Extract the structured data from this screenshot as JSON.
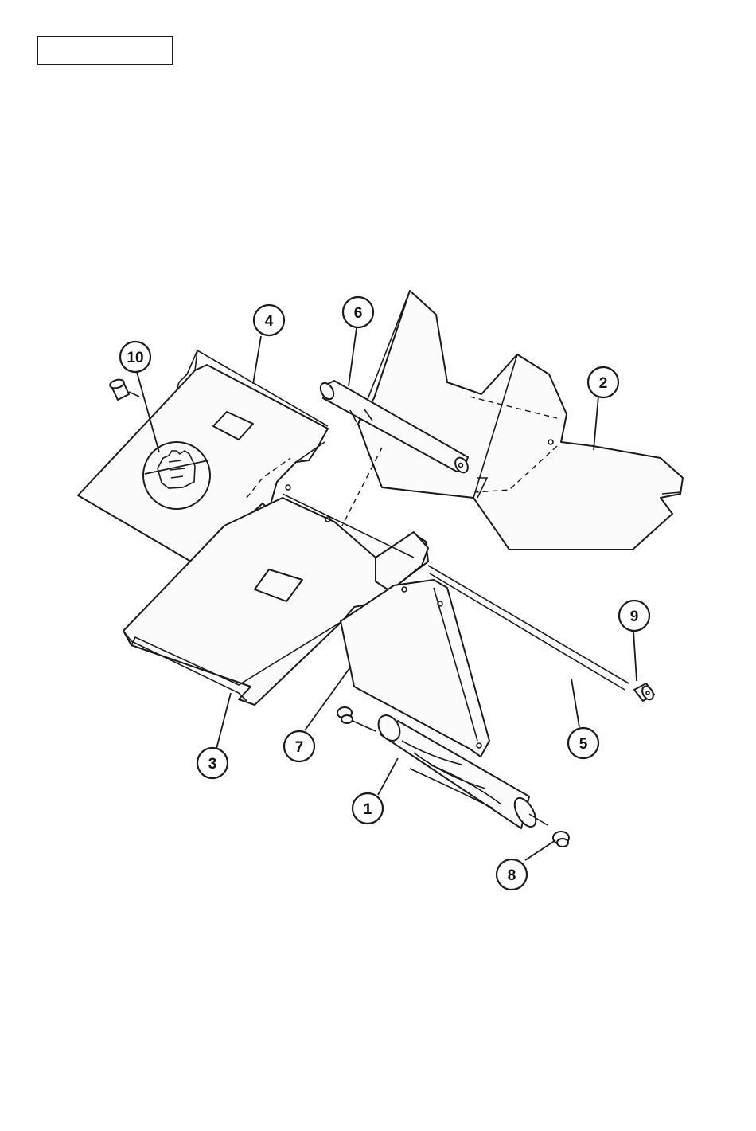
{
  "header": {
    "ref_box_label": ""
  },
  "callouts": [
    {
      "id": "c1",
      "label": "1"
    },
    {
      "id": "c2",
      "label": "2"
    },
    {
      "id": "c3",
      "label": "3"
    },
    {
      "id": "c4",
      "label": "4"
    },
    {
      "id": "c5",
      "label": "5"
    },
    {
      "id": "c6",
      "label": "6"
    },
    {
      "id": "c7",
      "label": "7"
    },
    {
      "id": "c8",
      "label": "8"
    },
    {
      "id": "c9",
      "label": "9"
    },
    {
      "id": "c10",
      "label": "10"
    }
  ],
  "icons": {
    "warning_symbol": "no-hand-contact-icon"
  }
}
